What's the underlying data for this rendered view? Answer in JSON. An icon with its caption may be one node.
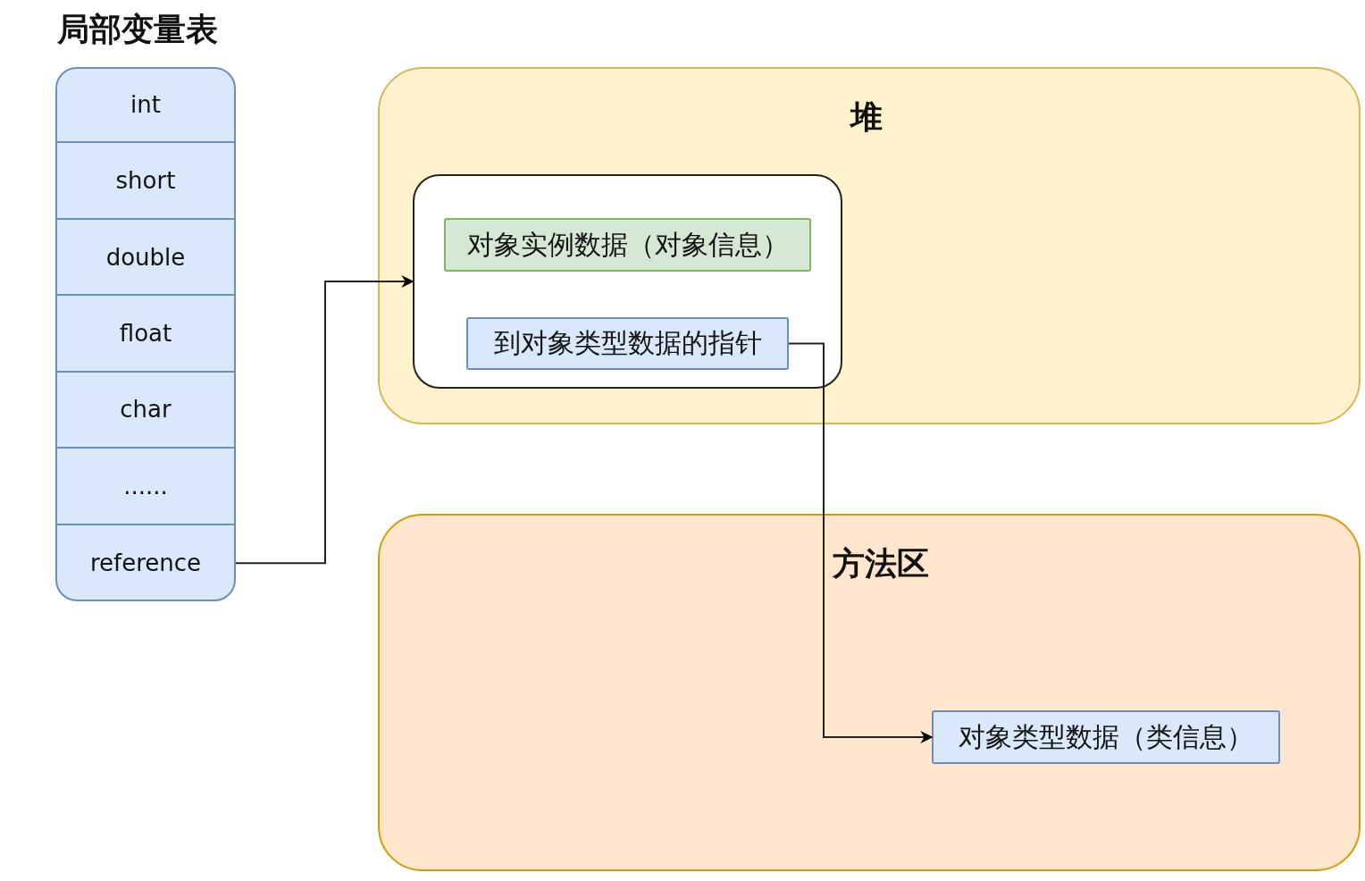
{
  "diagram": {
    "nodes": [
      {
        "text": [
          "局部变量表"
        ]
      },
      {
        "text": [
          "int"
        ],
        "in": 0
      },
      {
        "text": [
          "short"
        ],
        "in": 0
      },
      {
        "text": [
          "double"
        ],
        "in": 0
      },
      {
        "text": [
          "float"
        ],
        "in": 0
      },
      {
        "text": [
          "char"
        ],
        "in": 0
      },
      {
        "text": [
          "......"
        ],
        "in": 0
      },
      {
        "text": [
          "reference"
        ],
        "in": 0
      },
      {
        "text": [
          "堆"
        ]
      },
      {
        "text": [],
        "shape": "box",
        "in": 8
      },
      {
        "text": [
          "对象实例数据（对象信息）"
        ],
        "in": 9
      },
      {
        "text": [
          "到对象类型数据的指针"
        ],
        "in": 9
      },
      {
        "text": [
          "方法区"
        ]
      },
      {
        "text": [
          "对象类型数据（类信息）"
        ],
        "in": 12
      }
    ],
    "edges": [
      {
        "from": 7,
        "to": 9,
        "arrow": "to"
      },
      {
        "from": 11,
        "to": 13,
        "arrow": "to"
      }
    ]
  }
}
